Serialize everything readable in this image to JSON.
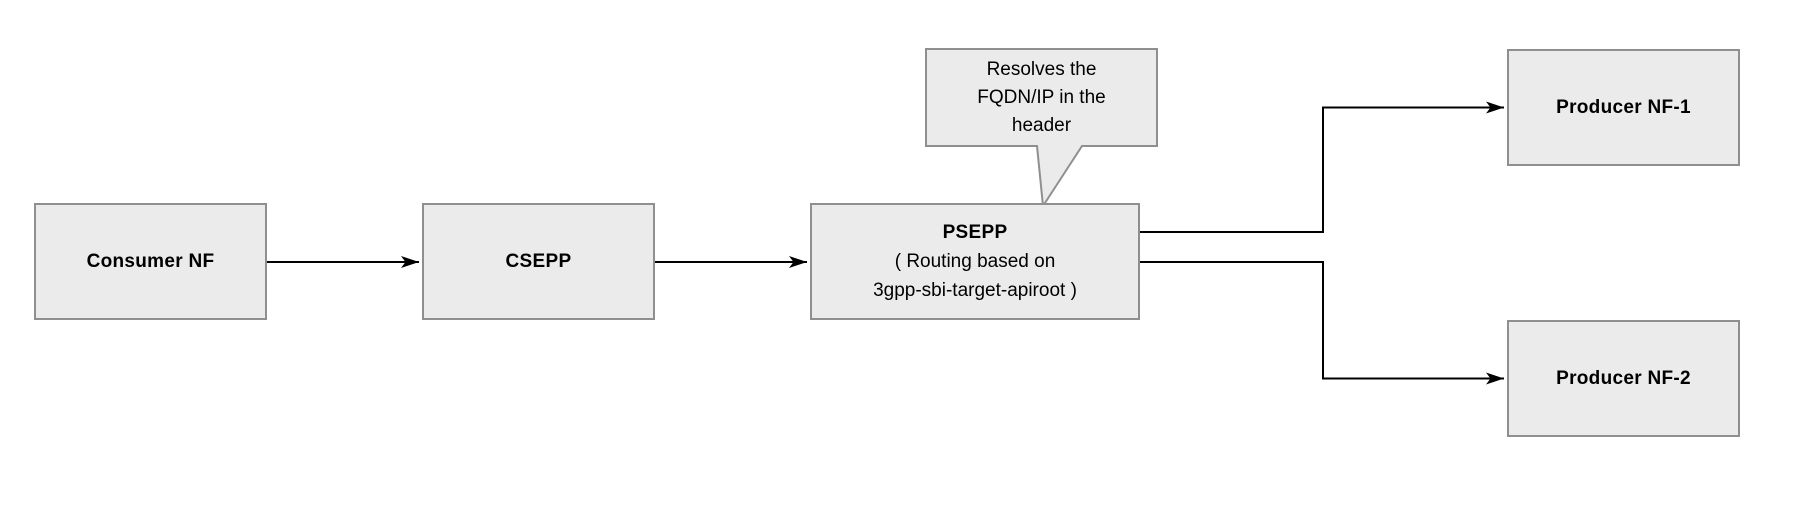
{
  "diagram": {
    "type": "flow-diagram",
    "background": "#ffffff",
    "node_fill": "#ebebeb",
    "node_border": "#8f8f8f",
    "connector_color": "#000000",
    "nodes": [
      {
        "id": "consumer-nf",
        "label": "Consumer NF"
      },
      {
        "id": "csepp",
        "label": "CSEPP"
      },
      {
        "id": "psepp",
        "label": "PSEPP",
        "sublabel_line1": "( Routing based on",
        "sublabel_line2": "3gpp-sbi-target-apiroot )"
      },
      {
        "id": "producer-nf-1",
        "label": "Producer NF-1"
      },
      {
        "id": "producer-nf-2",
        "label": "Producer NF-2"
      }
    ],
    "callout": {
      "line1": "Resolves the",
      "line2": "FQDN/IP in the",
      "line3": "header",
      "points_to": "PSEPP"
    },
    "edges": [
      {
        "from": "Consumer NF",
        "to": "CSEPP"
      },
      {
        "from": "CSEPP",
        "to": "PSEPP"
      },
      {
        "from": "PSEPP",
        "to": "Producer NF-1"
      },
      {
        "from": "PSEPP",
        "to": "Producer NF-2"
      }
    ]
  }
}
